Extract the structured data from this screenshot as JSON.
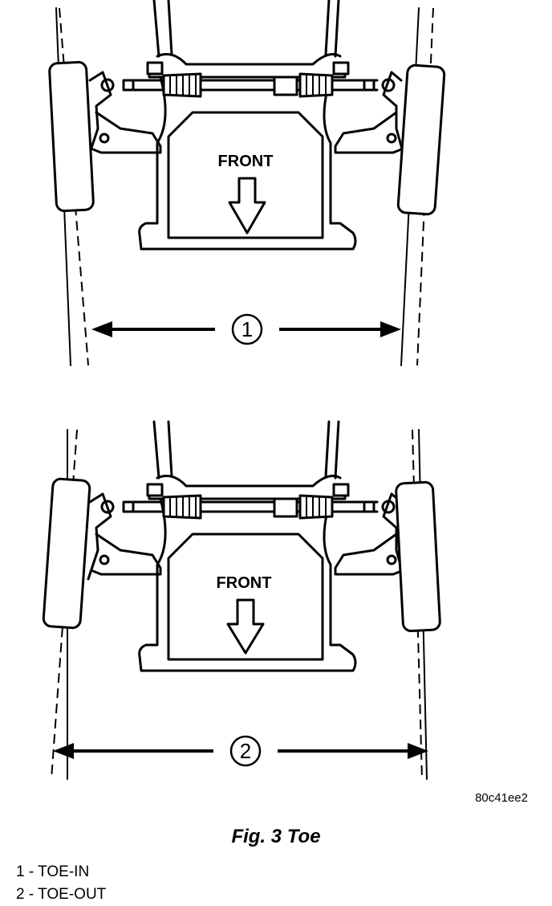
{
  "panels": [
    {
      "front_label": "FRONT",
      "callout_number": "1"
    },
    {
      "front_label": "FRONT",
      "callout_number": "2"
    }
  ],
  "figure_code": "80c41ee2",
  "caption": "Fig. 3 Toe",
  "legend": [
    {
      "number": "1",
      "separator": " - ",
      "text": "TOE-IN"
    },
    {
      "number": "2",
      "separator": " - ",
      "text": "TOE-OUT"
    }
  ]
}
